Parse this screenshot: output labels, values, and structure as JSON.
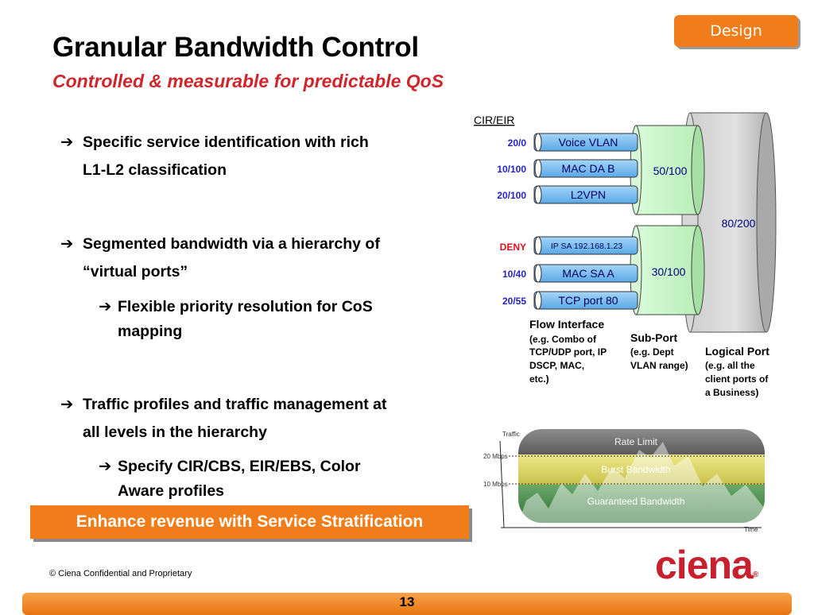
{
  "header": {
    "tab_label": "Design",
    "title": "Granular Bandwidth Control",
    "subtitle": "Controlled & measurable for predictable QoS"
  },
  "bullets": {
    "b1_line1": "Specific service identification with rich",
    "b1_line2": "L1-L2 classification",
    "b2_line1": "Segmented bandwidth via a hierarchy of",
    "b2_line2": "“virtual ports”",
    "b2_sub_line1": "Flexible priority resolution for CoS",
    "b2_sub_line2": "mapping",
    "b3_line1": "Traffic profiles and traffic management at",
    "b3_line2": "all levels in the hierarchy",
    "b3_sub_line1": "Specify CIR/CBS, EIR/EBS, Color",
    "b3_sub_line2": "Aware profiles"
  },
  "callout": "Enhance revenue with Service Stratification",
  "diagram": {
    "cir_eir_header": "CIR/EIR",
    "flows": [
      {
        "rate": "20/0",
        "label": "Voice VLAN"
      },
      {
        "rate": "10/100",
        "label": "MAC DA B"
      },
      {
        "rate": "20/100",
        "label": "L2VPN"
      },
      {
        "rate": "DENY",
        "label": "IP SA 192.168.1.23"
      },
      {
        "rate": "10/40",
        "label": "MAC SA A"
      },
      {
        "rate": "20/55",
        "label": "TCP port 80"
      }
    ],
    "subport_top": "50/100",
    "subport_bottom": "30/100",
    "logical_port": "80/200",
    "flow_interface_title": "Flow Interface",
    "flow_interface_desc": [
      "(e.g. Combo of",
      "TCP/UDP port, IP",
      "DSCP, MAC,",
      "etc.)"
    ],
    "subport_title": "Sub-Port",
    "subport_desc": [
      "(e.g. Dept",
      "VLAN range)"
    ],
    "logical_port_title": "Logical Port",
    "logical_port_desc": [
      "(e.g. all the",
      "client ports of",
      "a Business)"
    ]
  },
  "traffic_chart": {
    "y_axis_label": "Traffic",
    "x_axis_label": "Time",
    "tick_20": "20 Mbps",
    "tick_10": "10 Mbps",
    "band_top": "Rate Limit",
    "band_mid": "Burst Bandwidth",
    "band_bottom": "Guaranteed Bandwidth"
  },
  "footer": {
    "copyright": "© Ciena Confidential and Proprietary",
    "page_number": "13",
    "logo_text": "ciena",
    "logo_mark": "®"
  },
  "colors": {
    "accent_orange": "#f07d1a",
    "title_red": "#d0252b",
    "rate_blue": "#2323c8",
    "deny_red": "#e0101c",
    "port_green": "#c8f7c8",
    "pill_blue": "#78bdf0"
  }
}
